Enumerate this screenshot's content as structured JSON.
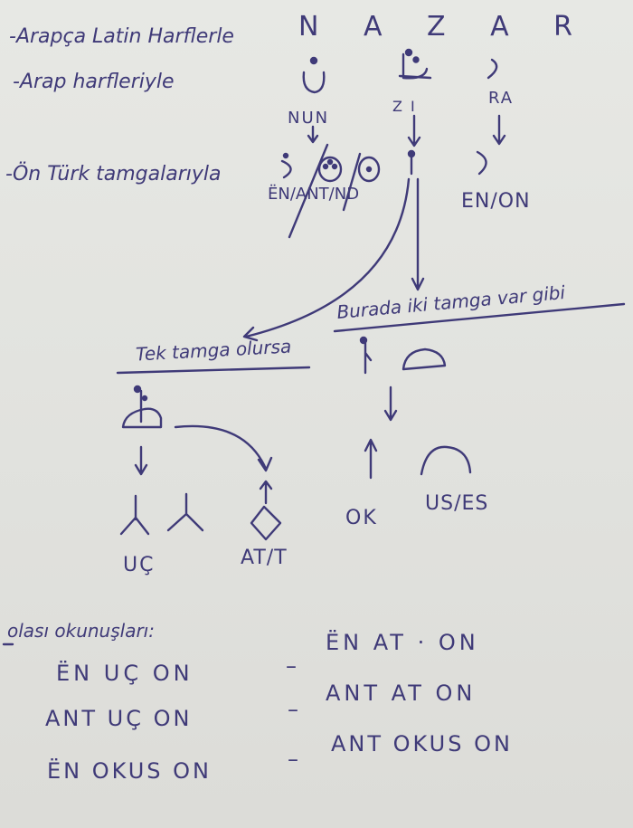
{
  "header": {
    "line1_label": "-Arapça Latin Harflerle",
    "line1_value": "N A Z A R",
    "line2_label": "-Arap harfleriyle",
    "nun": "NUN",
    "zi": "Z I",
    "ra": "RA",
    "line3_label": "-Ön Türk tamgalarıyla",
    "en_ant_nd": "ËN/ANT/ND",
    "en_on": "EN/ON"
  },
  "branches": {
    "left_title": "Tek tamga olursa",
    "right_title": "Burada iki tamga var gibi",
    "uc": "UÇ",
    "at_t": "AT/T",
    "ok": "OK",
    "us_es": "US/ES"
  },
  "readings": {
    "title": "olası okunuşları:",
    "rows": [
      {
        "left": "ËN UÇ ON",
        "dash": "–",
        "right": "ËN AT · ON"
      },
      {
        "left": "ANT UÇ ON",
        "dash": "–",
        "right": "ANT AT ON"
      },
      {
        "left": "ËN OKUS ON",
        "dash": "–",
        "right": "ANT OKUS ON"
      }
    ]
  }
}
